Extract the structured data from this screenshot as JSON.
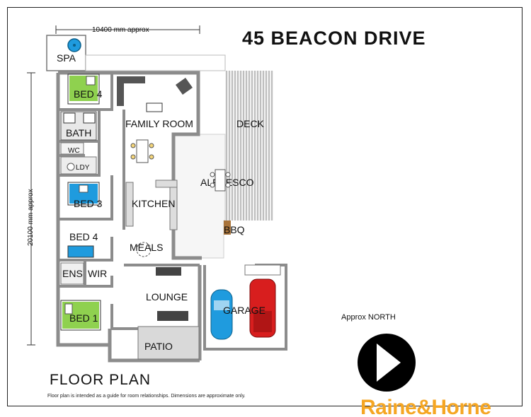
{
  "title": "45  BEACON DRIVE",
  "floor_plan_label": "FLOOR PLAN",
  "disclaimer": "Floor plan is intended as a guide for room relationships.  Dimensions are approximate only.",
  "dimensions": {
    "width": "10400 mm approx",
    "height": "20100 mm approx"
  },
  "rooms": {
    "spa": "SPA",
    "bed4_top": "BED 4",
    "bath": "BATH",
    "wc": "WC",
    "ldy": "LDY",
    "bed3": "BED 3",
    "bed4_mid": "BED 4",
    "ens": "ENS",
    "wir": "WIR",
    "bed1": "BED 1",
    "family_room": "FAMILY ROOM",
    "kitchen": "KITCHEN",
    "meals": "MEALS",
    "lounge": "LOUNGE",
    "patio": "PATIO",
    "deck": "DECK",
    "alfresco": "ALFRESCO",
    "bbq": "BBQ",
    "garage": "GARAGE"
  },
  "north": {
    "label": "Approx  NORTH"
  },
  "brand": "Raine&Horne",
  "colors": {
    "room_fill": "#ffffff",
    "wall": "#8c8c8c",
    "bedroom_bed": "#8fd14f",
    "bed_pillow": "#ffffff",
    "water": "#1f9bde",
    "deck_stripe": "#8a8a8a",
    "car_blue": "#1f9bde",
    "car_red": "#d81e1e",
    "brand": "#f5a623",
    "north_disc": "#000000"
  }
}
